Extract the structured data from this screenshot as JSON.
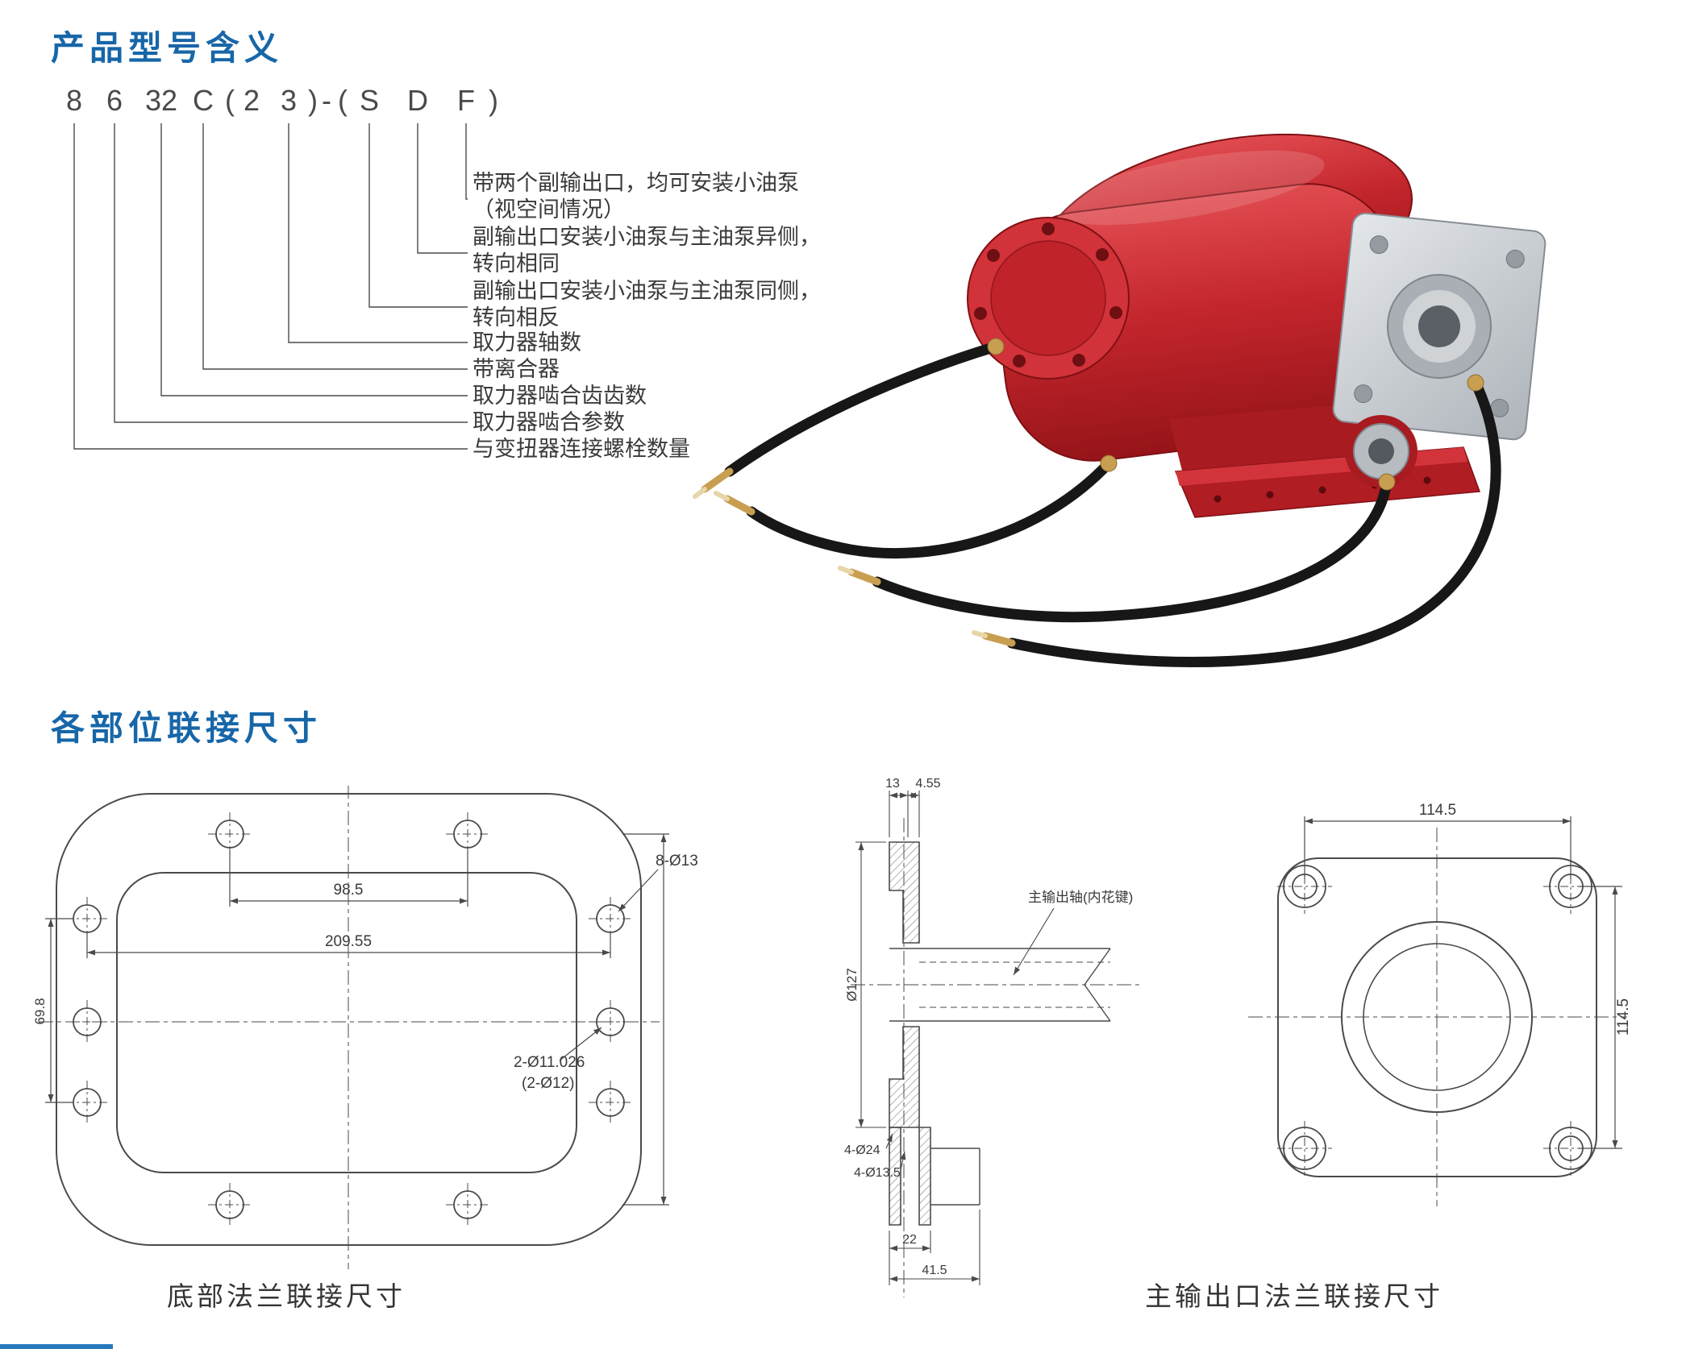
{
  "sections": {
    "model_title": "产品型号含义",
    "dims_title": "各部位联接尺寸"
  },
  "model_code": {
    "chars": [
      "8",
      "6",
      "32",
      "C",
      "(",
      "2",
      "3",
      ")",
      "-",
      "(",
      "S",
      "D",
      "F",
      ")"
    ]
  },
  "model_legend": {
    "items": [
      {
        "line1": "带两个副输出口，均可安装小油泵",
        "line2": "（视空间情况）"
      },
      {
        "line1": "副输出口安装小油泵与主油泵异侧，",
        "line2": "转向相同"
      },
      {
        "line1": "副输出口安装小油泵与主油泵同侧，",
        "line2": "转向相反"
      },
      {
        "line1": "取力器轴数",
        "line2": ""
      },
      {
        "line1": "带离合器",
        "line2": ""
      },
      {
        "line1": "取力器啮合齿齿数",
        "line2": ""
      },
      {
        "line1": "取力器啮合参数",
        "line2": ""
      },
      {
        "line1": "与变扭器连接螺栓数量",
        "line2": ""
      }
    ]
  },
  "bottom_flange": {
    "caption": "底部法兰联接尺寸",
    "dim_top_holes": "98.5",
    "dim_width": "209.55",
    "dim_height_left": "69.8",
    "label_bolt_holes": "8-Ø13",
    "label_dowel_line1": "2-Ø11.026",
    "label_dowel_line2": "(2-Ø12)"
  },
  "section_view": {
    "dim_hub_len": "13",
    "dim_plate": "4.55",
    "dim_od": "Ø127",
    "label_cbore": "4-Ø24",
    "label_holes": "4-Ø13.5",
    "dim_pilot_len": "22",
    "dim_total_len": "41.5",
    "shaft_label": "主输出轴(内花键)"
  },
  "output_flange": {
    "caption": "主输出口法兰联接尺寸",
    "dim_width": "114.5",
    "dim_height": "114.5"
  }
}
